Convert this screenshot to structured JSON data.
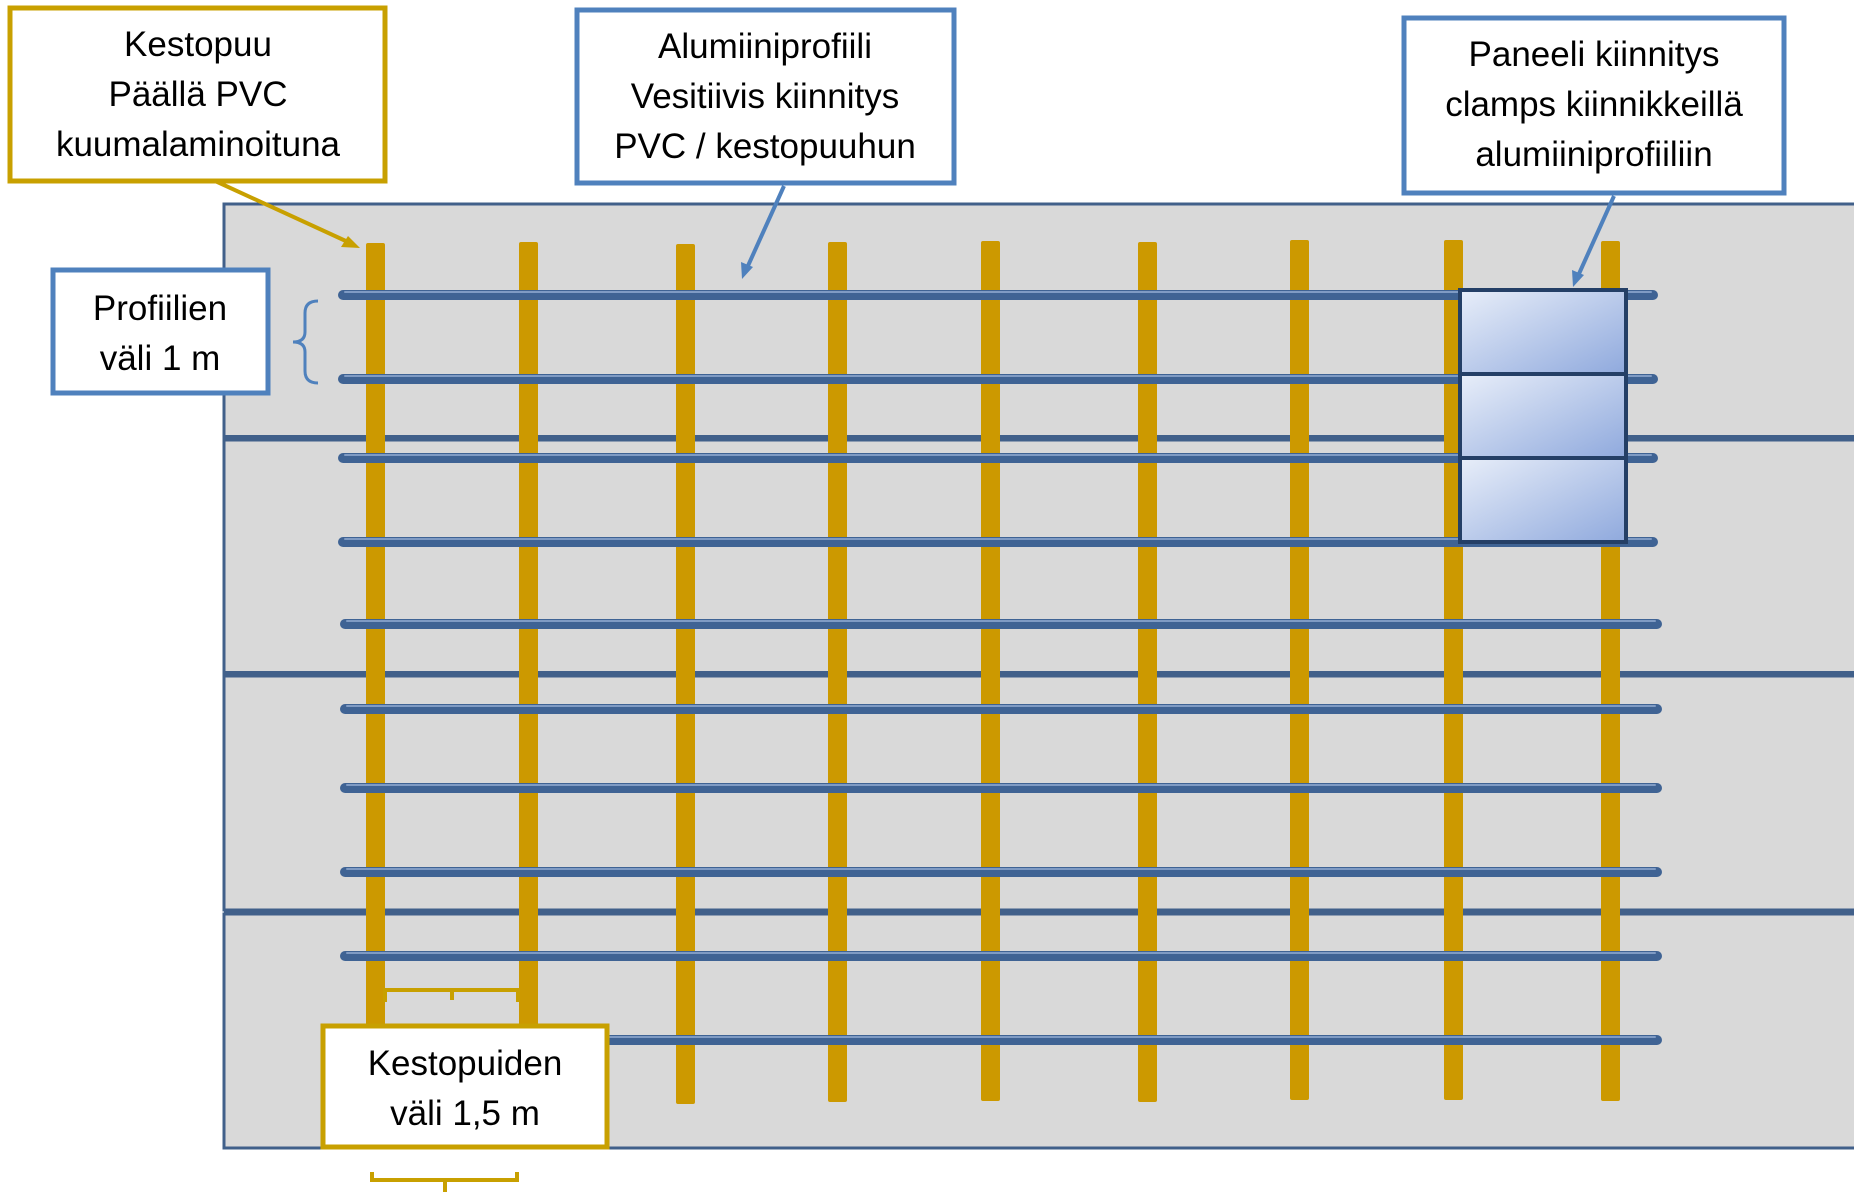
{
  "colors": {
    "background": "#d9d9d9",
    "panel_border": "#41608a",
    "wood": "#cc9900",
    "profile": "#3f6394",
    "callout_blue": "#4f81bd",
    "callout_gold": "#c8a000",
    "solar_panel_light": "#e8eef9",
    "solar_panel_dark": "#8fa9dd"
  },
  "callouts": {
    "kestopuu": {
      "lines": [
        "Kestopuu",
        "Päällä PVC",
        "kuumalaminoituna"
      ]
    },
    "alumiiniprofiili": {
      "lines": [
        "Alumiiniprofiili",
        "Vesitiivis kiinnitys",
        "PVC / kestopuuhun"
      ]
    },
    "paneeli": {
      "lines": [
        "Paneeli kiinnitys",
        "clamps kiinnikkeillä",
        "alumiiniprofiiliin"
      ]
    },
    "profiilien_vali": {
      "lines": [
        "Profiilien",
        "väli 1 m"
      ]
    },
    "kestopuiden_vali": {
      "lines": [
        "Kestopuiden",
        "väli 1,5 m"
      ]
    }
  },
  "icons": {
    "bracket_left": "curly-brace-icon",
    "bracket_bottom": "curly-brace-icon",
    "arrow": "arrow-icon"
  }
}
